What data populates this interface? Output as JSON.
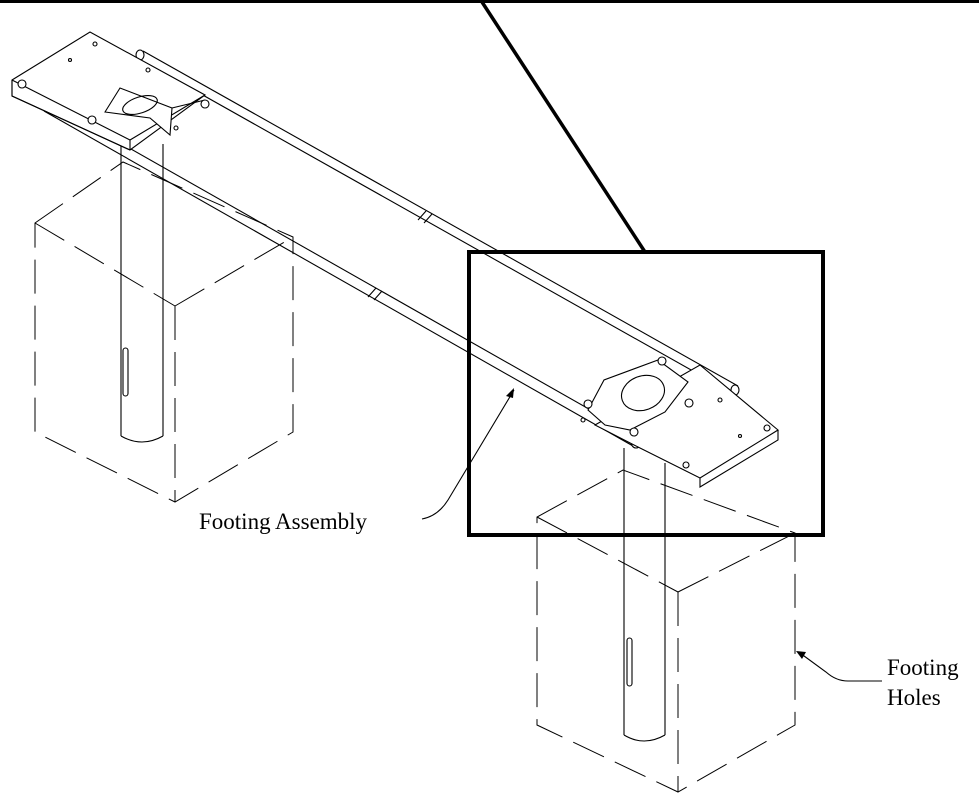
{
  "labels": {
    "footing_assembly": "Footing Assembly",
    "footing_holes_line1": "Footing",
    "footing_holes_line2": "Holes"
  },
  "colors": {
    "ink": "#000000",
    "paper": "#ffffff"
  }
}
